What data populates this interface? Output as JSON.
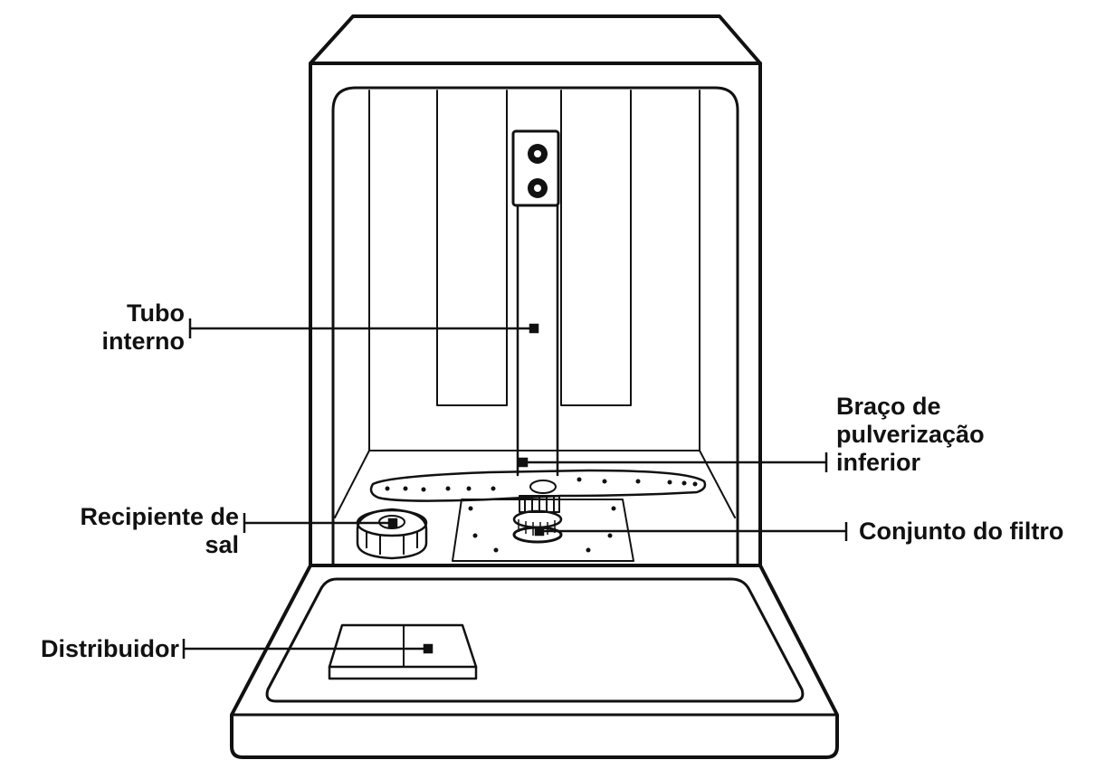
{
  "labels": {
    "tubo_interno": {
      "line1": "Tubo",
      "line2": "interno"
    },
    "braco": {
      "line1": "Braço de",
      "line2": "pulverização",
      "line3": "inferior"
    },
    "recipiente": {
      "line1": "Recipiente de",
      "line2": "sal"
    },
    "filtro": {
      "line1": "Conjunto do filtro"
    },
    "distribuidor": {
      "line1": "Distribuidor"
    }
  }
}
